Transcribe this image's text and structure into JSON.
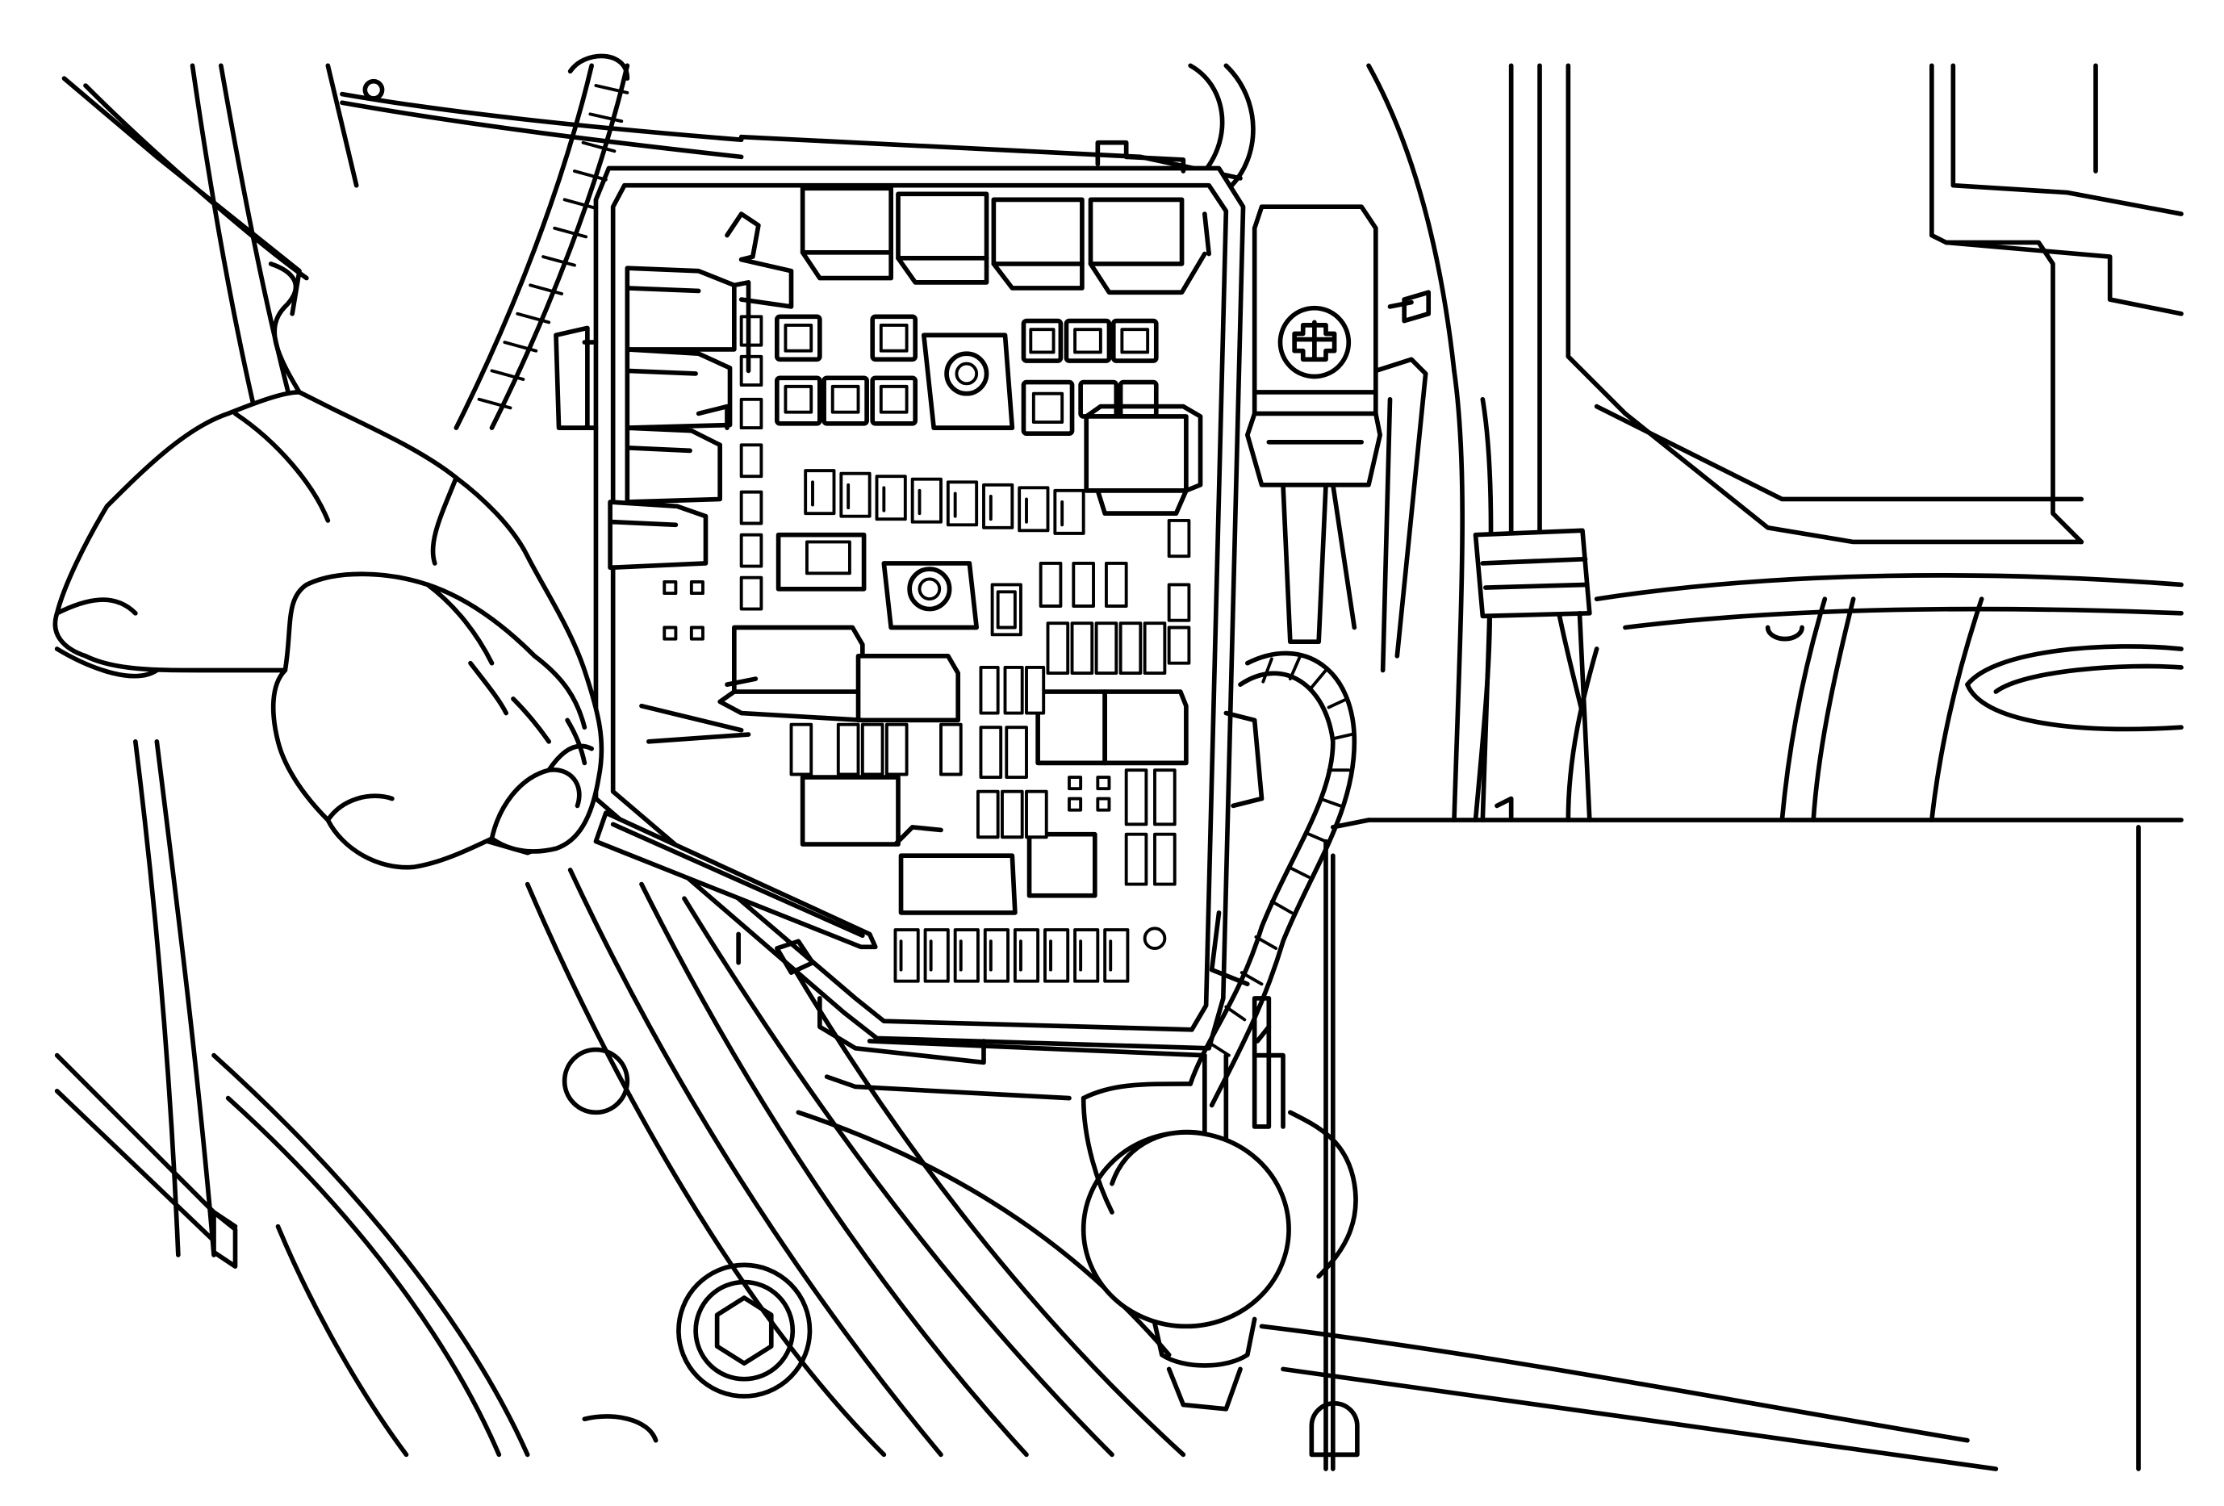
{
  "diagram": {
    "style": "black line-art technical illustration",
    "colors": {
      "background": "#ffffff",
      "stroke": "#000000"
    },
    "subjects": [
      "fuse-relay-box",
      "hand-holding-fuse-puller",
      "wire-harness",
      "battery-terminal-cover",
      "bolt-head",
      "round-grommet"
    ]
  }
}
